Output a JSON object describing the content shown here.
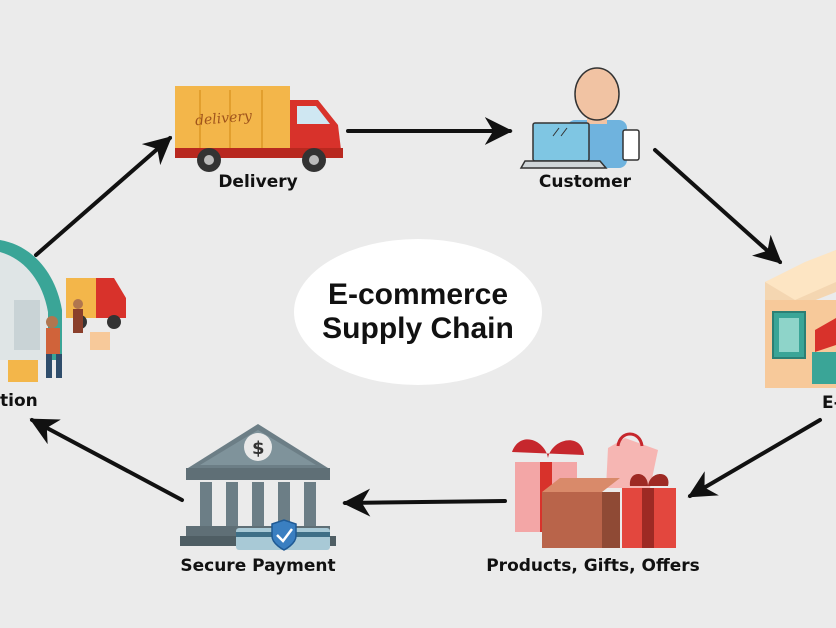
{
  "center": {
    "line1": "E-commerce",
    "line2": "Supply Chain",
    "bubble_color": "#ffffff"
  },
  "nodes": {
    "delivery": {
      "label": "Delivery",
      "truck_text": "delivery",
      "icon": "delivery-truck-icon"
    },
    "customer": {
      "label": "Customer",
      "icon": "customer-laptop-icon"
    },
    "ecommerce_store": {
      "label": "E-",
      "icon": "store-icon"
    },
    "products": {
      "label": "Products, Gifts, Offers",
      "icon": "gift-boxes-icon"
    },
    "payment": {
      "label": "Secure Payment",
      "icon": "bank-icon"
    },
    "distribution": {
      "label": "tion",
      "icon": "warehouse-icon"
    }
  },
  "colors": {
    "arrow": "#111111",
    "truck_red": "#d8322b",
    "box_orange": "#f3b64a",
    "teal": "#3aa597",
    "background": "#ebebeb"
  }
}
